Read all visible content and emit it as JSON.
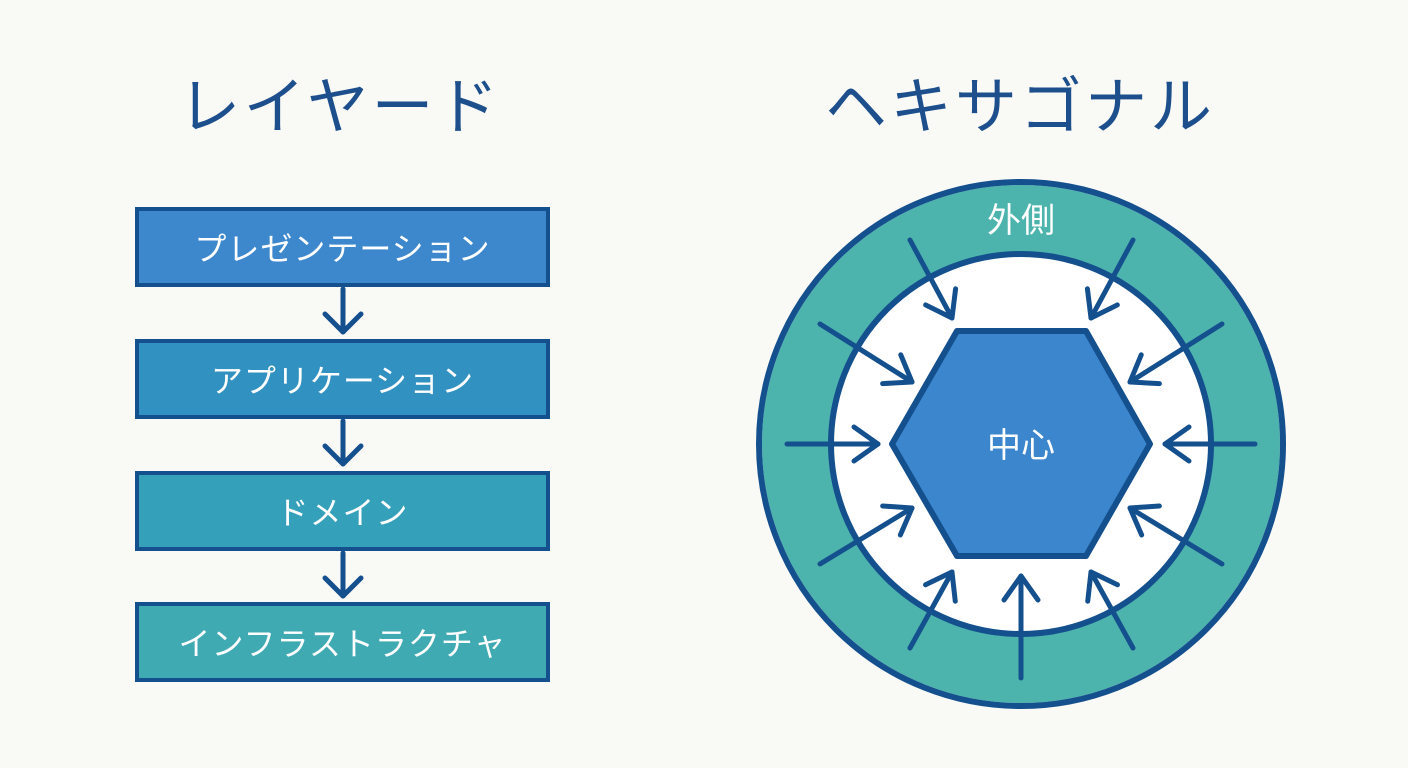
{
  "layered": {
    "title": "レイヤード",
    "layers": [
      "プレゼンテーション",
      "アプリケーション",
      "ドメイン",
      "インフラストラクチャ"
    ]
  },
  "hexagonal": {
    "title": "ヘキサゴナル",
    "outer_label": "外側",
    "core_label": "中心"
  },
  "colors": {
    "dark_blue": "#14508d",
    "ring_teal": "#4db3ad",
    "hex_blue": "#3c86cd",
    "background": "#f9f9f6"
  }
}
